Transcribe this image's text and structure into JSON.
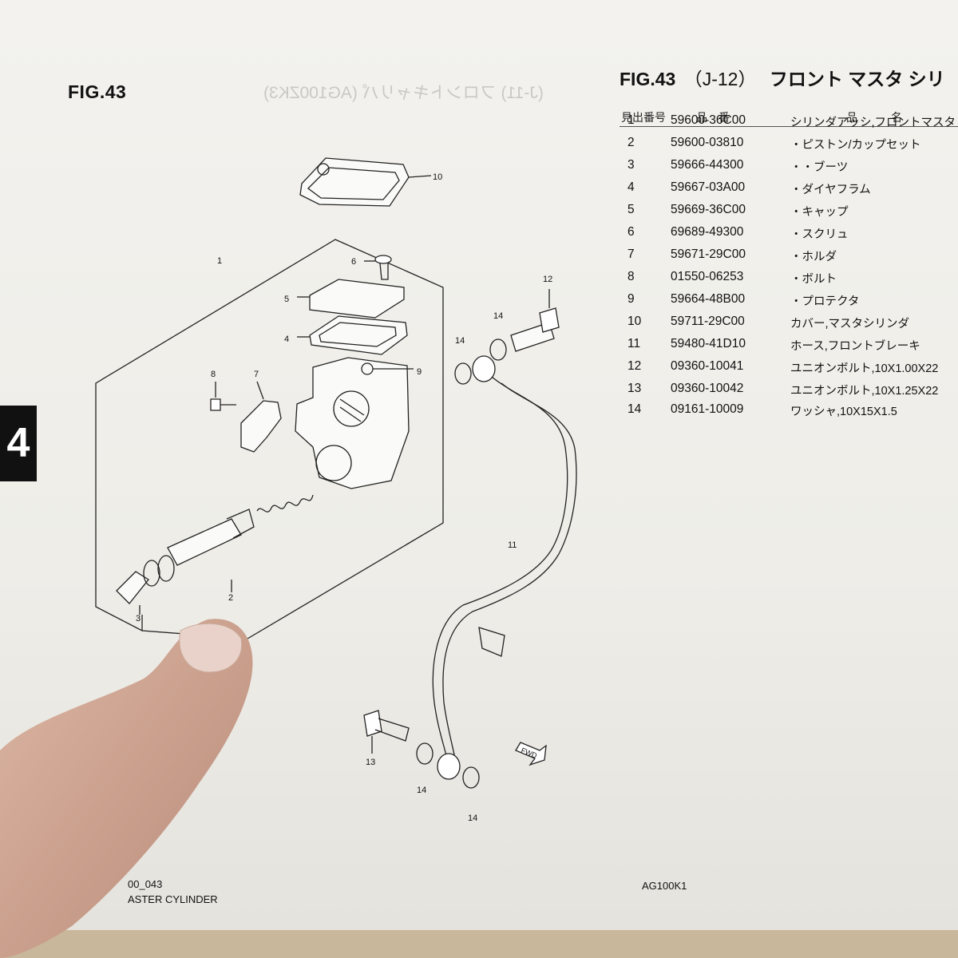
{
  "page": {
    "fig_left": "FIG.43",
    "fig_right_num": "FIG.43",
    "fig_right_code": "（J-12）",
    "fig_right_title": "フロント マスタ シリ",
    "chapter_tab": "4",
    "footer_code": "00_043",
    "footer_title": "ASTER CYLINDER",
    "footer_model": "AG100K1",
    "ghost_title": "(J-11) フロントキャリパ (AG100ZK3)"
  },
  "parts_table": {
    "headers": {
      "ref": "見出番号",
      "part_no": "品　番",
      "name": "品　　　名"
    },
    "rows": [
      {
        "ref": "1",
        "part_no": "59600-36C00",
        "name": "シリンダアッシ,フロントマスタ"
      },
      {
        "ref": "2",
        "part_no": "59600-03810",
        "name": "・ピストン/カップセット"
      },
      {
        "ref": "3",
        "part_no": "59666-44300",
        "name": "・・ブーツ"
      },
      {
        "ref": "4",
        "part_no": "59667-03A00",
        "name": "・ダイヤフラム"
      },
      {
        "ref": "5",
        "part_no": "59669-36C00",
        "name": "・キャップ"
      },
      {
        "ref": "6",
        "part_no": "69689-49300",
        "name": "・スクリュ"
      },
      {
        "ref": "7",
        "part_no": "59671-29C00",
        "name": "・ホルダ"
      },
      {
        "ref": "8",
        "part_no": "01550-06253",
        "name": "・ボルト"
      },
      {
        "ref": "9",
        "part_no": "59664-48B00",
        "name": "・プロテクタ"
      },
      {
        "ref": "10",
        "part_no": "59711-29C00",
        "name": "カバー,マスタシリンダ"
      },
      {
        "ref": "11",
        "part_no": "59480-41D10",
        "name": "ホース,フロントブレーキ"
      },
      {
        "ref": "12",
        "part_no": "09360-10041",
        "name": "ユニオンボルト,10X1.00X22"
      },
      {
        "ref": "13",
        "part_no": "09360-10042",
        "name": "ユニオンボルト,10X1.25X22"
      },
      {
        "ref": "14",
        "part_no": "09161-10009",
        "name": "ワッシャ,10X15X1.5"
      }
    ]
  },
  "diagram": {
    "fwd_label": "FWD",
    "callouts": [
      "1",
      "2",
      "3",
      "4",
      "5",
      "6",
      "7",
      "8",
      "9",
      "10",
      "11",
      "12",
      "13",
      "14",
      "14",
      "14",
      "14"
    ]
  }
}
